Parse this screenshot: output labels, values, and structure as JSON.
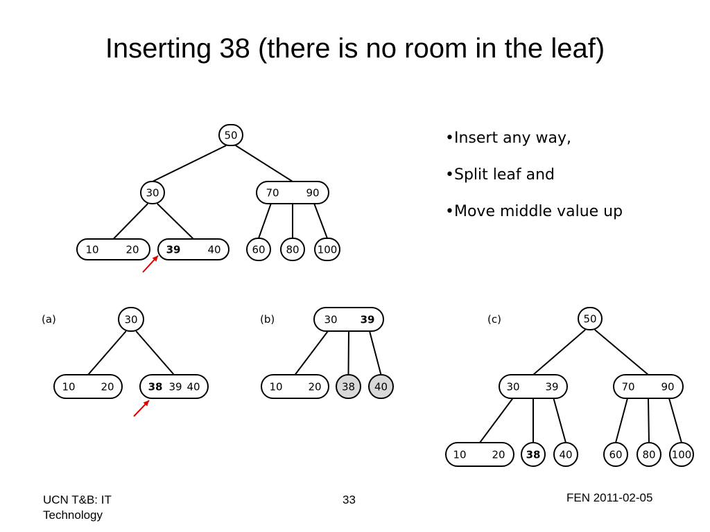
{
  "slide": {
    "title": "Inserting 38 (there is no room in the leaf)",
    "bullets": [
      "Insert any way,",
      "Split leaf and",
      "Move middle value up"
    ],
    "footer_left": "UCN T&B: IT Technology",
    "page_number": "33",
    "footer_right": "FEN 2011-02-05"
  },
  "colors": {
    "arrow": "#dd0000",
    "stroke": "#000000",
    "highlight_fill": "#d8d8d8"
  },
  "diagrams": {
    "top": {
      "nodes": [
        {
          "keys": [
            "50"
          ],
          "bold": [
            false
          ]
        },
        {
          "keys": [
            "30"
          ],
          "bold": [
            false
          ]
        },
        {
          "keys": [
            "70",
            "90"
          ],
          "bold": [
            false,
            false
          ]
        },
        {
          "keys": [
            "10",
            "20"
          ],
          "bold": [
            false,
            false
          ]
        },
        {
          "keys": [
            "39",
            "40"
          ],
          "bold": [
            true,
            false
          ]
        },
        {
          "keys": [
            "60"
          ],
          "bold": [
            false
          ]
        },
        {
          "keys": [
            "80"
          ],
          "bold": [
            false
          ]
        },
        {
          "keys": [
            "100"
          ],
          "bold": [
            false
          ]
        }
      ]
    },
    "a": {
      "label": "(a)",
      "nodes": [
        {
          "keys": [
            "30"
          ],
          "bold": [
            false
          ]
        },
        {
          "keys": [
            "10",
            "20"
          ],
          "bold": [
            false,
            false
          ]
        },
        {
          "keys": [
            "38",
            "39",
            "40"
          ],
          "bold": [
            true,
            false,
            false
          ]
        }
      ]
    },
    "b": {
      "label": "(b)",
      "nodes": [
        {
          "keys": [
            "30",
            "39"
          ],
          "bold": [
            false,
            true
          ]
        },
        {
          "keys": [
            "10",
            "20"
          ],
          "bold": [
            false,
            false
          ]
        },
        {
          "keys": [
            "38"
          ],
          "bold": [
            false
          ]
        },
        {
          "keys": [
            "40"
          ],
          "bold": [
            false
          ]
        }
      ]
    },
    "c": {
      "label": "(c)",
      "nodes": [
        {
          "keys": [
            "50"
          ],
          "bold": [
            false
          ]
        },
        {
          "keys": [
            "30",
            "39"
          ],
          "bold": [
            false,
            false
          ]
        },
        {
          "keys": [
            "70",
            "90"
          ],
          "bold": [
            false,
            false
          ]
        },
        {
          "keys": [
            "10",
            "20"
          ],
          "bold": [
            false,
            false
          ]
        },
        {
          "keys": [
            "38"
          ],
          "bold": [
            true
          ]
        },
        {
          "keys": [
            "40"
          ],
          "bold": [
            false
          ]
        },
        {
          "keys": [
            "60"
          ],
          "bold": [
            false
          ]
        },
        {
          "keys": [
            "80"
          ],
          "bold": [
            false
          ]
        },
        {
          "keys": [
            "100"
          ],
          "bold": [
            false
          ]
        }
      ]
    }
  }
}
